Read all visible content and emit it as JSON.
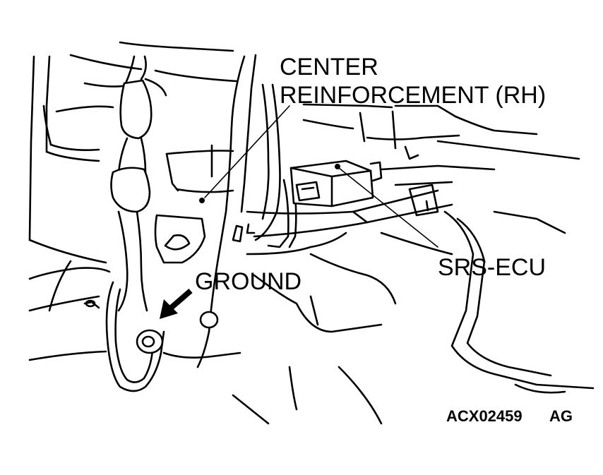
{
  "figure": {
    "labels": {
      "center_reinforcement_line1": "CENTER",
      "center_reinforcement_line2": "REINFORCEMENT (RH)",
      "srs_ecu": "SRS-ECU",
      "ground": "GROUND"
    },
    "figure_code": "ACX02459",
    "figure_suffix": "AG",
    "colors": {
      "ink": "#000000",
      "paper": "#ffffff"
    }
  }
}
